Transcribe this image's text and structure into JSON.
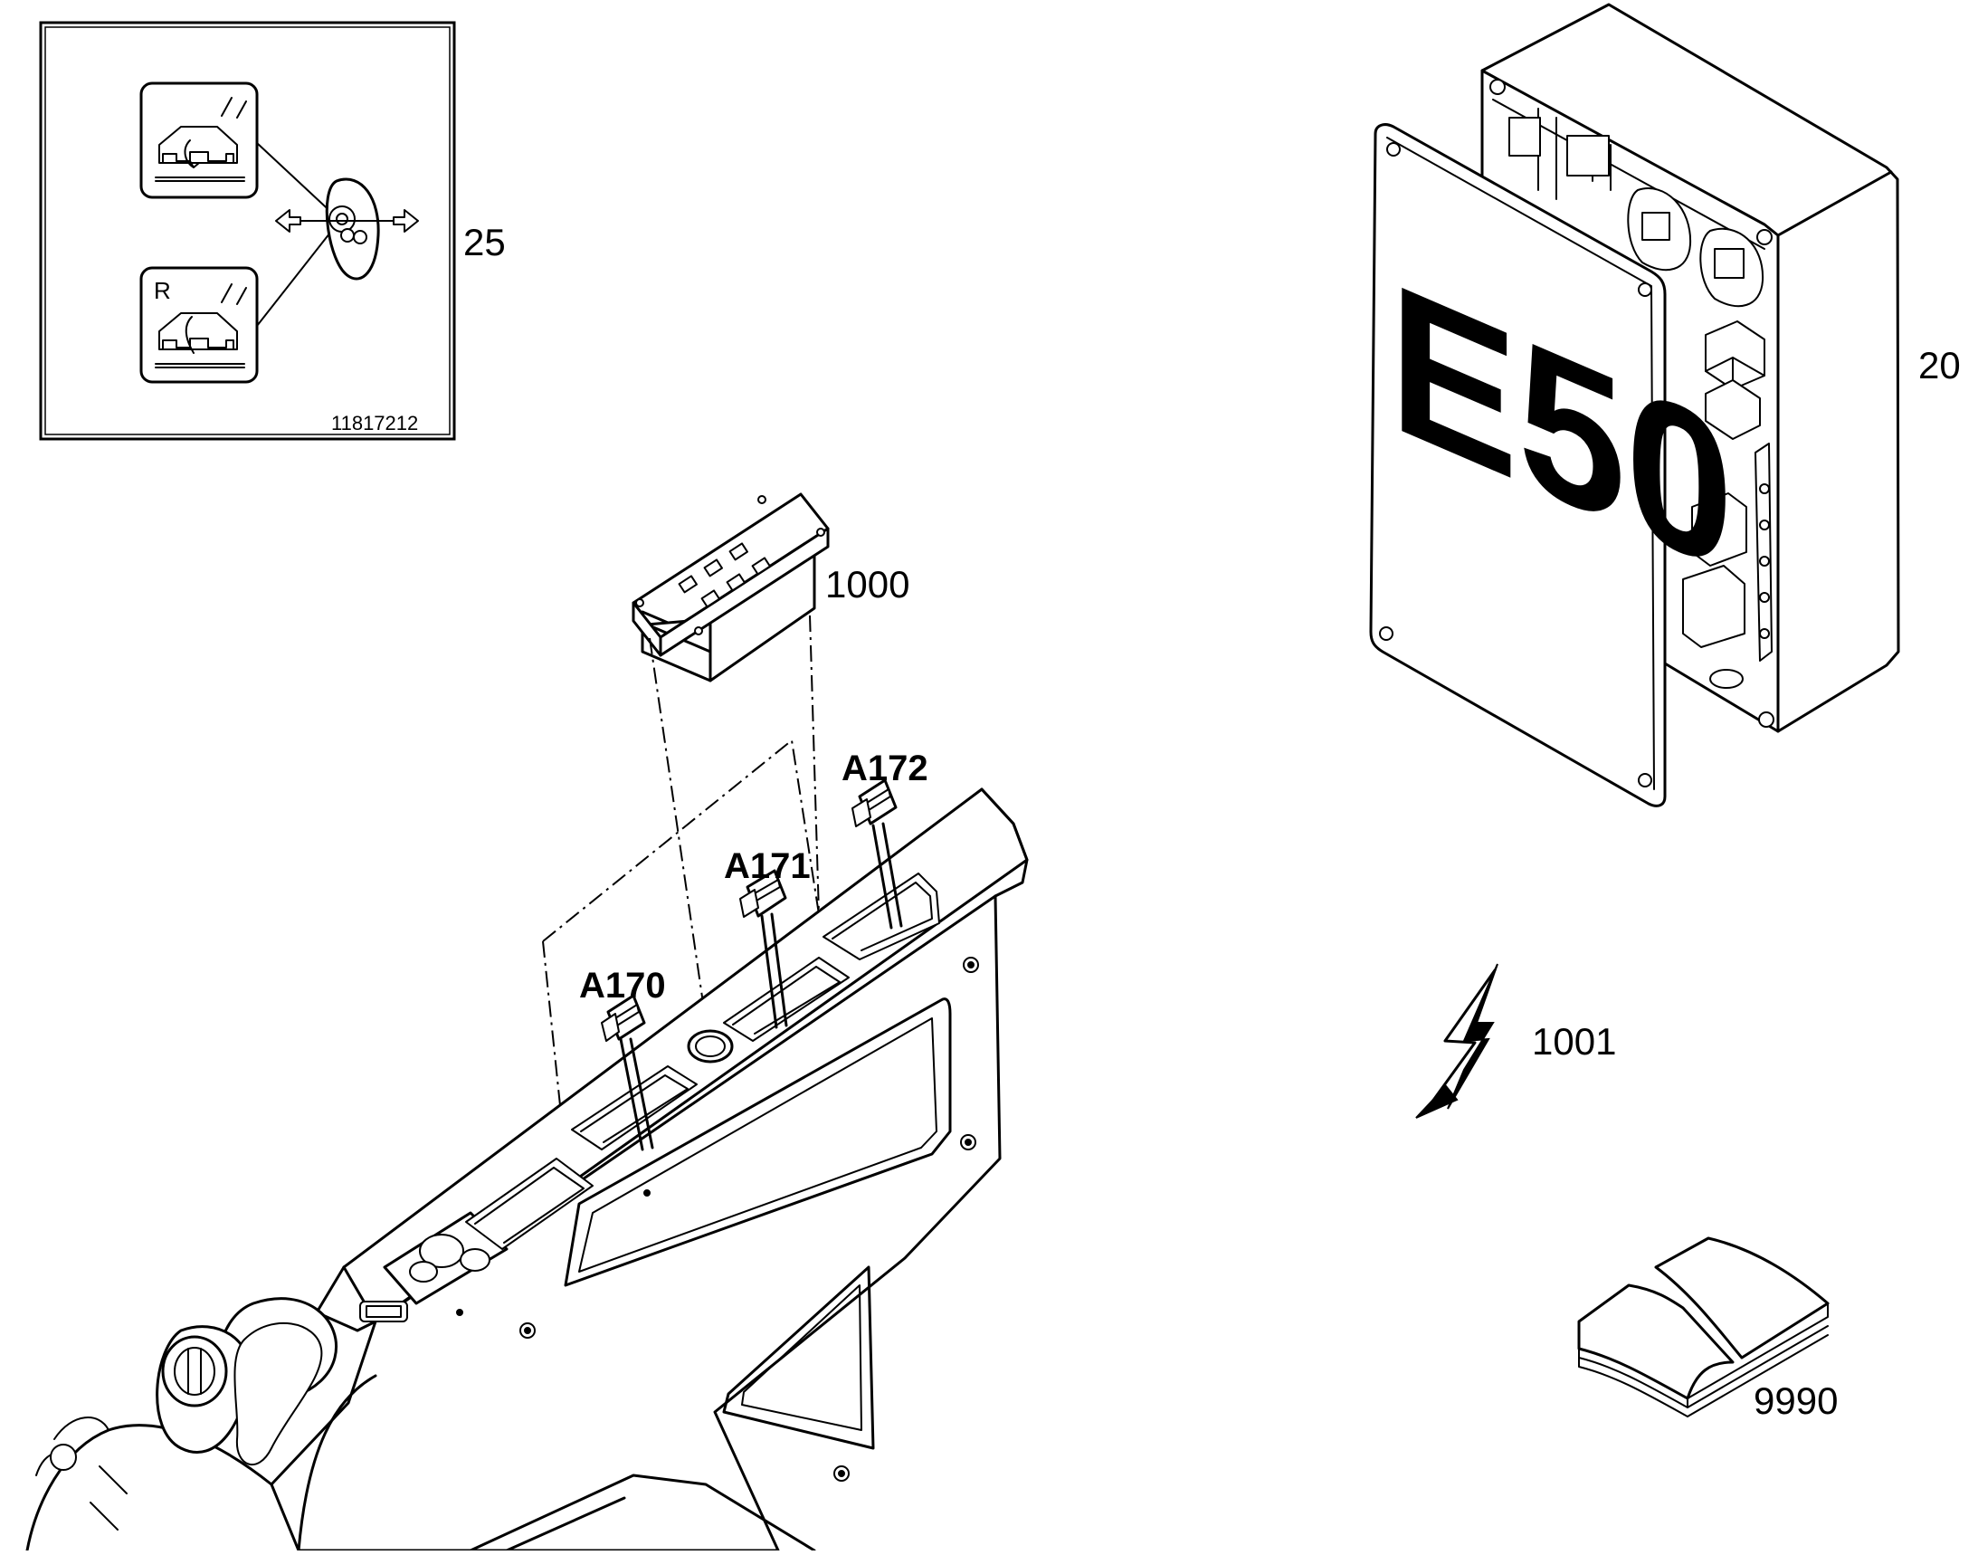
{
  "inset": {
    "code": "11817212",
    "icon_bottom_letter": "R",
    "callout": "25"
  },
  "callouts": {
    "keypad": "1000",
    "control_box": "20",
    "electric_symbol": "1001",
    "manual": "9990"
  },
  "control_box": {
    "marking": "E50"
  },
  "connectors": {
    "a170": "A170",
    "a171": "A171",
    "a172": "A172"
  }
}
